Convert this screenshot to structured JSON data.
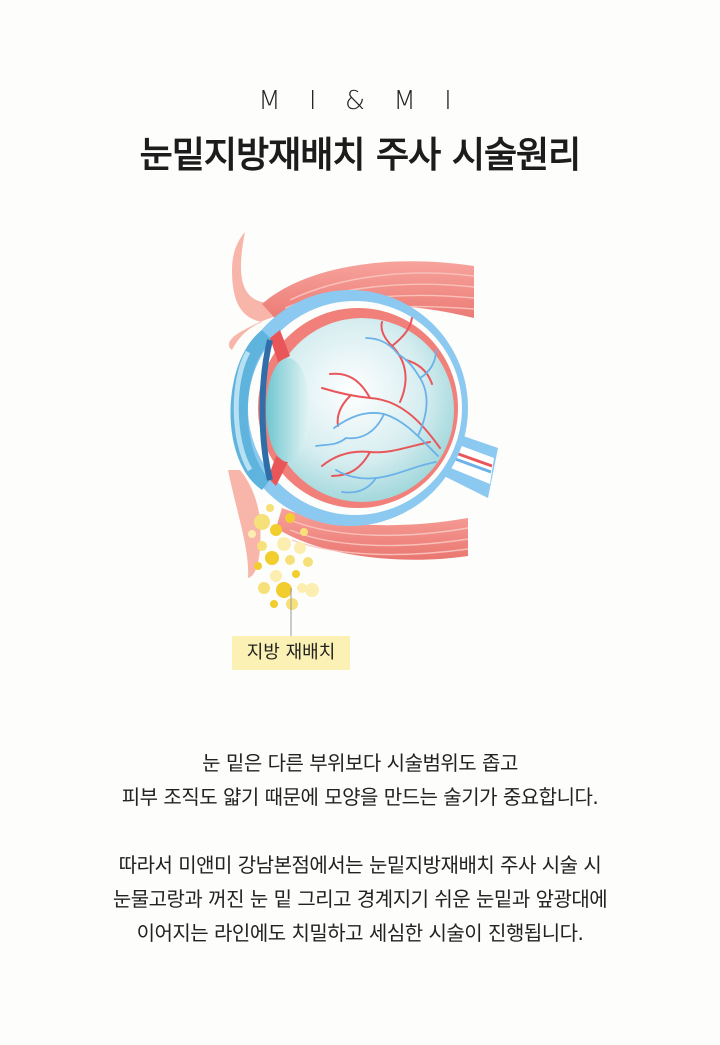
{
  "header": {
    "brand": "M I & M I",
    "title": "눈밑지방재배치 주사 시술원리"
  },
  "illustration": {
    "fat_label": "지방 재배치",
    "colors": {
      "muscle": "#f28a86",
      "sclera_outer": "#8cc9f0",
      "vessel_red": "#e9565a",
      "vessel_blue": "#6ab2e8",
      "fat_yellow": "#f2cd2e"
    }
  },
  "description": {
    "paragraph1": [
      "눈 밑은 다른 부위보다 시술범위도 좁고",
      "피부 조직도 얇기 때문에 모양을 만드는 술기가 중요합니다."
    ],
    "paragraph2": [
      "따라서 미앤미 강남본점에서는 눈밑지방재배치 주사 시술 시",
      "눈물고랑과 꺼진 눈 밑 그리고 경계지기 쉬운 눈밑과 앞광대에",
      "이어지는 라인에도 치밀하고 세심한 시술이 진행됩니다."
    ]
  }
}
